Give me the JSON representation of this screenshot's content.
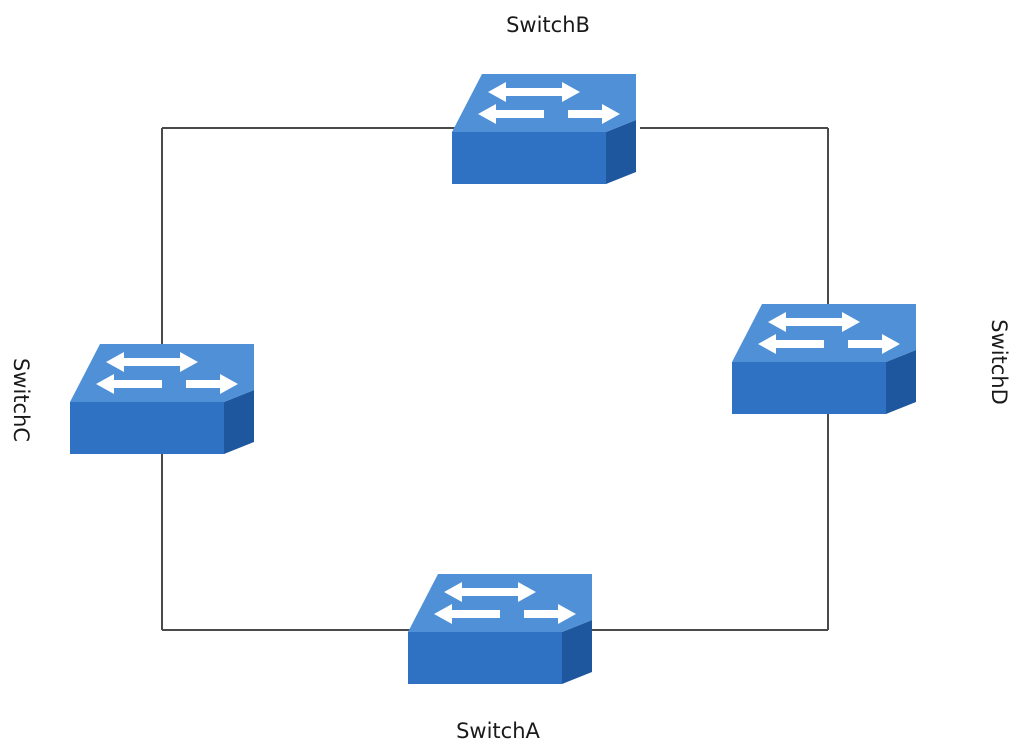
{
  "diagram": {
    "switches": [
      {
        "id": "switch-b",
        "label": "SwitchB"
      },
      {
        "id": "switch-c",
        "label": "SwitchC"
      },
      {
        "id": "switch-d",
        "label": "SwitchD"
      },
      {
        "id": "switch-a",
        "label": "SwitchA"
      }
    ],
    "links": [
      [
        "SwitchB",
        "SwitchD"
      ],
      [
        "SwitchD",
        "SwitchA"
      ],
      [
        "SwitchA",
        "SwitchC"
      ],
      [
        "SwitchC",
        "SwitchB"
      ]
    ],
    "colors": {
      "switch_top": "#4f90d6",
      "switch_front": "#2f72c4",
      "switch_side": "#1f579e",
      "link": "#4a4a4a"
    }
  }
}
